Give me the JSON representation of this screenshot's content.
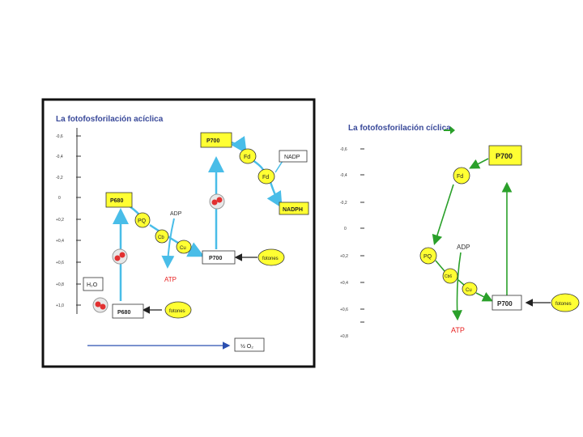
{
  "colors": {
    "frame": "#111111",
    "title": "#3a4a9a",
    "box_fill": "#ffff33",
    "ellipse_fill": "#ffff33",
    "cyan_arrow": "#49bde8",
    "green_arrow": "#2aa02a",
    "red_text": "#e82020",
    "molecule": "#e23030",
    "axis_arrow": "#2b4fb0"
  },
  "left_panel": {
    "title": "La fotofosforilación acíclica",
    "y_ticks": [
      "-0,6",
      "-0,4",
      "-0,2",
      "0",
      "+0,2",
      "+0,4",
      "+0,6",
      "+0,8",
      "+1,0"
    ],
    "boxes": {
      "p700_top": "P700",
      "p680_top": "P680",
      "p700_bottom": "P700",
      "p680_bottom": "P680",
      "nadp": "NADP",
      "nadph": "NADPH",
      "h2o": "H₂O",
      "half_o2": "½ O₂"
    },
    "ellipses": {
      "fd1": "Fd",
      "fd2": "Fd",
      "pq": "PQ",
      "cb": "Cb",
      "cu": "Cu",
      "photons_right": "fotones",
      "photons_bottom": "fotones"
    },
    "texts": {
      "adp": "ADP",
      "atp": "ATP"
    }
  },
  "right_panel": {
    "title": "La fotofosforilación cíclica",
    "y_ticks": [
      "-0,6",
      "-0,4",
      "-0,2",
      "0",
      "+0,2",
      "+0,4",
      "+0,6",
      "+0,8"
    ],
    "boxes": {
      "p700_top": "P700",
      "p700_bottom": "P700"
    },
    "ellipses": {
      "fd": "Fd",
      "pq": "PQ",
      "cb6": "Cb6",
      "cu": "Cu",
      "photons": "fotones"
    },
    "texts": {
      "adp": "ADP",
      "atp": "ATP"
    }
  }
}
